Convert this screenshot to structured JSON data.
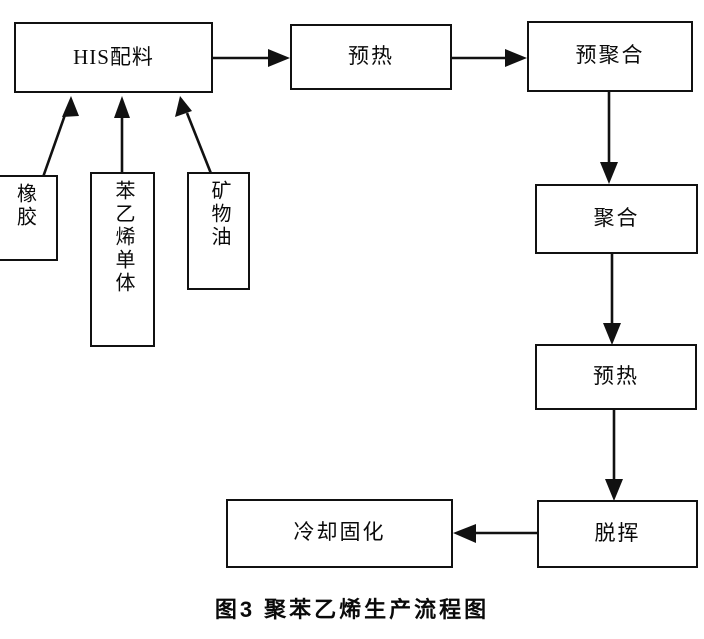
{
  "figure": {
    "caption": "图3 聚苯乙烯生产流程图",
    "caption_number": "图3",
    "caption_title": "聚苯乙烯生产流程图",
    "type": "process-flow-diagram",
    "background_color": "#ffffff",
    "line_color": "#111111",
    "text_color": "#0a0a0a"
  },
  "nodes": {
    "his_blend": {
      "label": "HIS配料"
    },
    "rubber": {
      "label": "橡胶"
    },
    "styrene_monomer": {
      "label": "苯乙烯单体"
    },
    "mineral_oil": {
      "label": "矿物油"
    },
    "preheat_1": {
      "label": "预热"
    },
    "prepolymerization": {
      "label": "预聚合"
    },
    "polymerization": {
      "label": "聚合"
    },
    "preheat_2": {
      "label": "预热"
    },
    "devolatilization": {
      "label": "脱挥"
    },
    "cooling_solidification": {
      "label": "冷却固化"
    }
  },
  "edges": [
    {
      "from": "橡胶",
      "to": "HIS配料",
      "style": "diagonal-arrow"
    },
    {
      "from": "苯乙烯单体",
      "to": "HIS配料",
      "style": "vertical-arrow"
    },
    {
      "from": "矿物油",
      "to": "HIS配料",
      "style": "diagonal-arrow"
    },
    {
      "from": "HIS配料",
      "to": "预热",
      "style": "horizontal-arrow"
    },
    {
      "from": "预热",
      "to": "预聚合",
      "style": "horizontal-arrow"
    },
    {
      "from": "预聚合",
      "to": "聚合",
      "style": "vertical-arrow"
    },
    {
      "from": "聚合",
      "to": "预热",
      "style": "vertical-arrow"
    },
    {
      "from": "预热",
      "to": "脱挥",
      "style": "vertical-arrow"
    },
    {
      "from": "脱挥",
      "to": "冷却固化",
      "style": "horizontal-arrow-left"
    }
  ]
}
